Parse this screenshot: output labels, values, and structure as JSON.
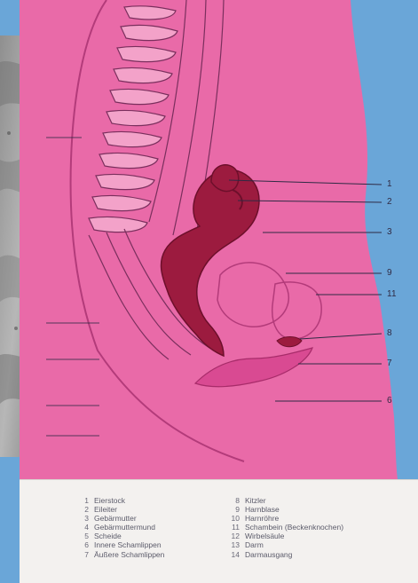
{
  "figure": {
    "callouts": [
      {
        "number": "1"
      },
      {
        "number": "2"
      },
      {
        "number": "3"
      },
      {
        "number": "9"
      },
      {
        "number": "11"
      },
      {
        "number": "8"
      },
      {
        "number": "7"
      },
      {
        "number": "6"
      }
    ],
    "legend": {
      "left_column": [
        {
          "number": "1",
          "label": "Eierstock"
        },
        {
          "number": "2",
          "label": "Eileiter"
        },
        {
          "number": "3",
          "label": "Gebärmutter"
        },
        {
          "number": "4",
          "label": "Gebärmuttermund"
        },
        {
          "number": "5",
          "label": "Scheide"
        },
        {
          "number": "6",
          "label": "Innere Schamlippen"
        },
        {
          "number": "7",
          "label": "Äußere Schamlippen"
        }
      ],
      "right_column": [
        {
          "number": "8",
          "label": "Kitzler"
        },
        {
          "number": "9",
          "label": "Harnblase"
        },
        {
          "number": "10",
          "label": "Harnröhre"
        },
        {
          "number": "11",
          "label": "Schambein (Beckenknochen)"
        },
        {
          "number": "12",
          "label": "Wirbelsäule"
        },
        {
          "number": "13",
          "label": "Darm"
        },
        {
          "number": "14",
          "label": "Darmausgang"
        }
      ]
    },
    "colors": {
      "background_blue": "#6aa6d8",
      "body_pink": "#e96aa8",
      "organ_maroon": "#9c1b3f",
      "labia_pink": "#d94a92",
      "legend_bg": "#f3f1ef"
    }
  }
}
